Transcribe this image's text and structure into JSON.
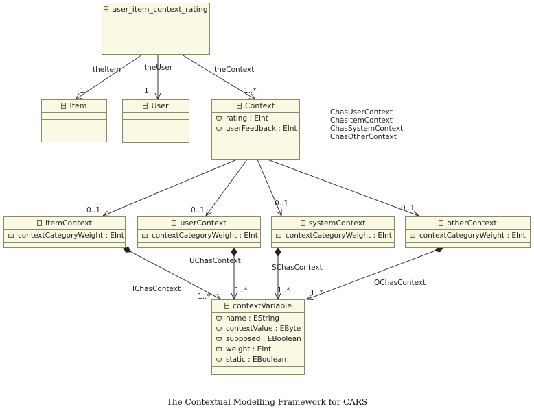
{
  "classes": {
    "root": {
      "name": "user_item_context_rating"
    },
    "item": {
      "name": "Item"
    },
    "user": {
      "name": "User"
    },
    "context": {
      "name": "Context",
      "attributes": [
        "rating : EInt",
        "userFeedback : EInt"
      ]
    },
    "itemContext": {
      "name": "itemContext",
      "attributes": [
        "contextCategoryWeight : EInt"
      ]
    },
    "userContext": {
      "name": "userContext",
      "attributes": [
        "contextCategoryWeight : EInt"
      ]
    },
    "systemContext": {
      "name": "systemContext",
      "attributes": [
        "contextCategoryWeight : EInt"
      ]
    },
    "otherContext": {
      "name": "otherContext",
      "attributes": [
        "contextCategoryWeight : EInt"
      ]
    },
    "contextVariable": {
      "name": "contextVariable",
      "attributes": [
        "name : EString",
        "contextValue : EByte",
        "supposed : EBoolean",
        "weight : EInt",
        "static : EBoolean"
      ]
    }
  },
  "associations": {
    "theItem": "theItem",
    "theUser": "theUser",
    "theContext": "theContext",
    "mult_item": "1",
    "mult_user": "1",
    "mult_context": "1..*",
    "mult_itemctx": "0..1",
    "mult_userctx": "0..1",
    "mult_sysctx": "0..1",
    "mult_otherctx": "0..1",
    "IChasContext": "IChasContext",
    "UChasContext": "UChasContext",
    "SChasContext": "SChasContext",
    "OChasContext": "OChasContext",
    "mult_cv1": "1..*",
    "mult_cv2": "1..*",
    "mult_cv3": "1..*",
    "mult_cv4": "1..*"
  },
  "context_refs": [
    "ChasUserContext",
    "ChasItemContext",
    "ChasSystemContext",
    "ChasOtherContext"
  ],
  "caption": "The Contextual Modelling Framework for CARS"
}
